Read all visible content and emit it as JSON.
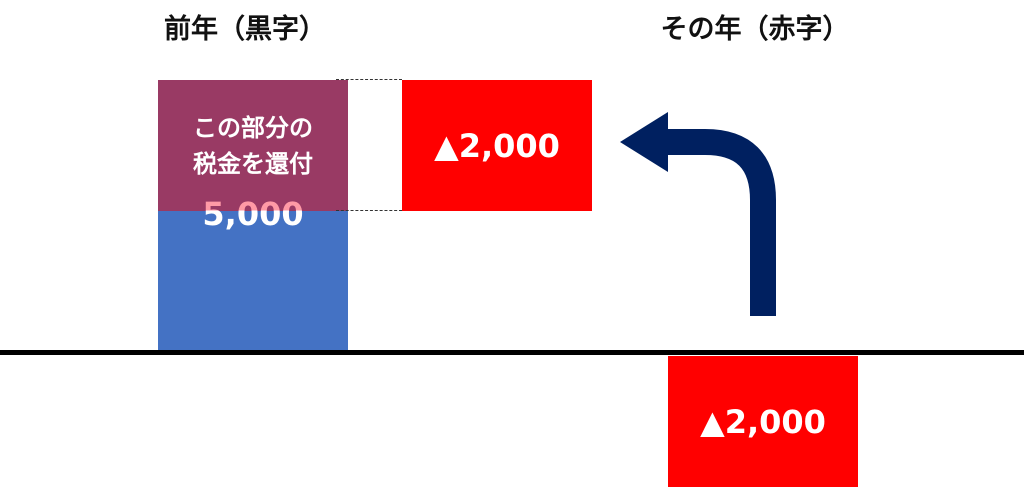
{
  "headings": {
    "previous_year": "前年（黒字）",
    "current_year": "その年（赤字）"
  },
  "previous_year_block": {
    "refund_label_line1": "この部分の",
    "refund_label_line2": "税金を還付",
    "value": "5,000"
  },
  "carryback_box": {
    "value": "▲2,000"
  },
  "current_year_loss_box": {
    "value": "▲2,000"
  },
  "colors": {
    "refund_part": "#993a64",
    "base_part": "#4472c4",
    "loss_red": "#ff0000",
    "arrow_navy": "#002060"
  },
  "icons": {
    "arrow": "curved-arrow-left-icon"
  }
}
